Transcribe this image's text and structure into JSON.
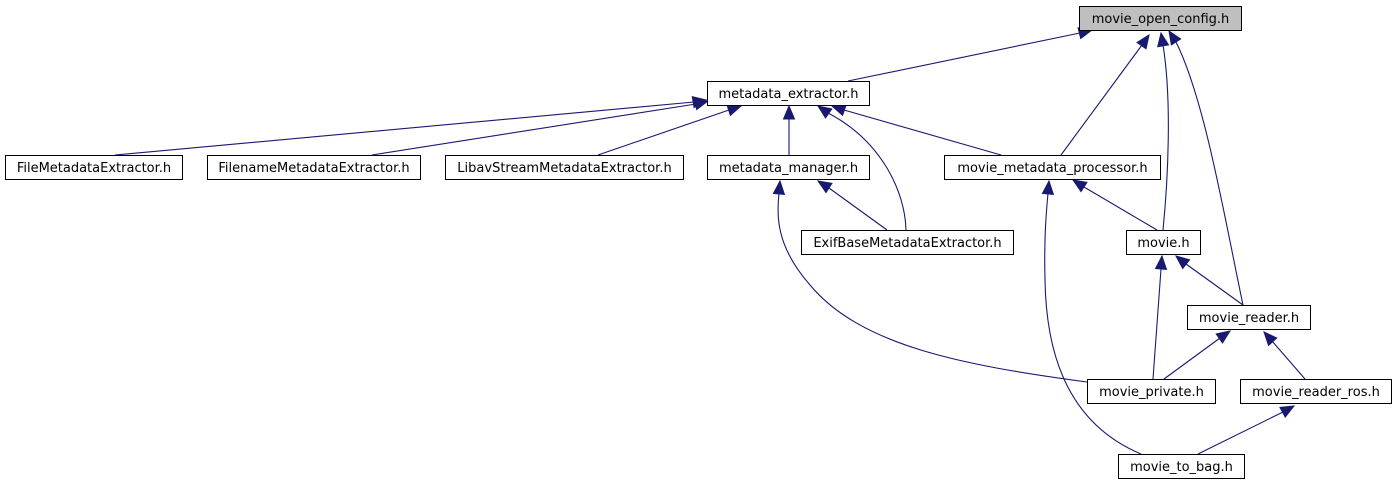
{
  "diagram": {
    "type": "include-dependency-graph",
    "colors": {
      "edge": "#191970",
      "root_fill": "#bfbfbf",
      "node_fill": "#ffffff",
      "node_border": "#000000"
    },
    "nodes": [
      {
        "id": "movie_open_config",
        "label": "movie_open_config.h",
        "highlighted": true
      },
      {
        "id": "metadata_extractor",
        "label": "metadata_extractor.h"
      },
      {
        "id": "file_md",
        "label": "FileMetadataExtractor.h"
      },
      {
        "id": "filename_md",
        "label": "FilenameMetadataExtractor.h"
      },
      {
        "id": "libav_md",
        "label": "LibavStreamMetadataExtractor.h"
      },
      {
        "id": "metadata_manager",
        "label": "metadata_manager.h"
      },
      {
        "id": "movie_metadata_processor",
        "label": "movie_metadata_processor.h"
      },
      {
        "id": "exif_md",
        "label": "ExifBaseMetadataExtractor.h"
      },
      {
        "id": "movie",
        "label": "movie.h"
      },
      {
        "id": "movie_reader",
        "label": "movie_reader.h"
      },
      {
        "id": "movie_private",
        "label": "movie_private.h"
      },
      {
        "id": "movie_reader_ros",
        "label": "movie_reader_ros.h"
      },
      {
        "id": "movie_to_bag",
        "label": "movie_to_bag.h"
      }
    ],
    "edges": [
      {
        "from": "metadata_extractor",
        "to": "movie_open_config"
      },
      {
        "from": "movie_metadata_processor",
        "to": "movie_open_config"
      },
      {
        "from": "movie",
        "to": "movie_open_config"
      },
      {
        "from": "movie_reader",
        "to": "movie_open_config"
      },
      {
        "from": "file_md",
        "to": "metadata_extractor"
      },
      {
        "from": "filename_md",
        "to": "metadata_extractor"
      },
      {
        "from": "libav_md",
        "to": "metadata_extractor"
      },
      {
        "from": "metadata_manager",
        "to": "metadata_extractor"
      },
      {
        "from": "exif_md",
        "to": "metadata_extractor"
      },
      {
        "from": "movie_metadata_processor",
        "to": "metadata_extractor"
      },
      {
        "from": "exif_md",
        "to": "metadata_manager"
      },
      {
        "from": "movie_private",
        "to": "metadata_manager"
      },
      {
        "from": "movie",
        "to": "movie_metadata_processor"
      },
      {
        "from": "movie_to_bag",
        "to": "movie_metadata_processor"
      },
      {
        "from": "movie_reader",
        "to": "movie"
      },
      {
        "from": "movie_private",
        "to": "movie"
      },
      {
        "from": "movie_private",
        "to": "movie_reader"
      },
      {
        "from": "movie_reader_ros",
        "to": "movie_reader"
      },
      {
        "from": "movie_to_bag",
        "to": "movie_reader_ros"
      }
    ]
  }
}
